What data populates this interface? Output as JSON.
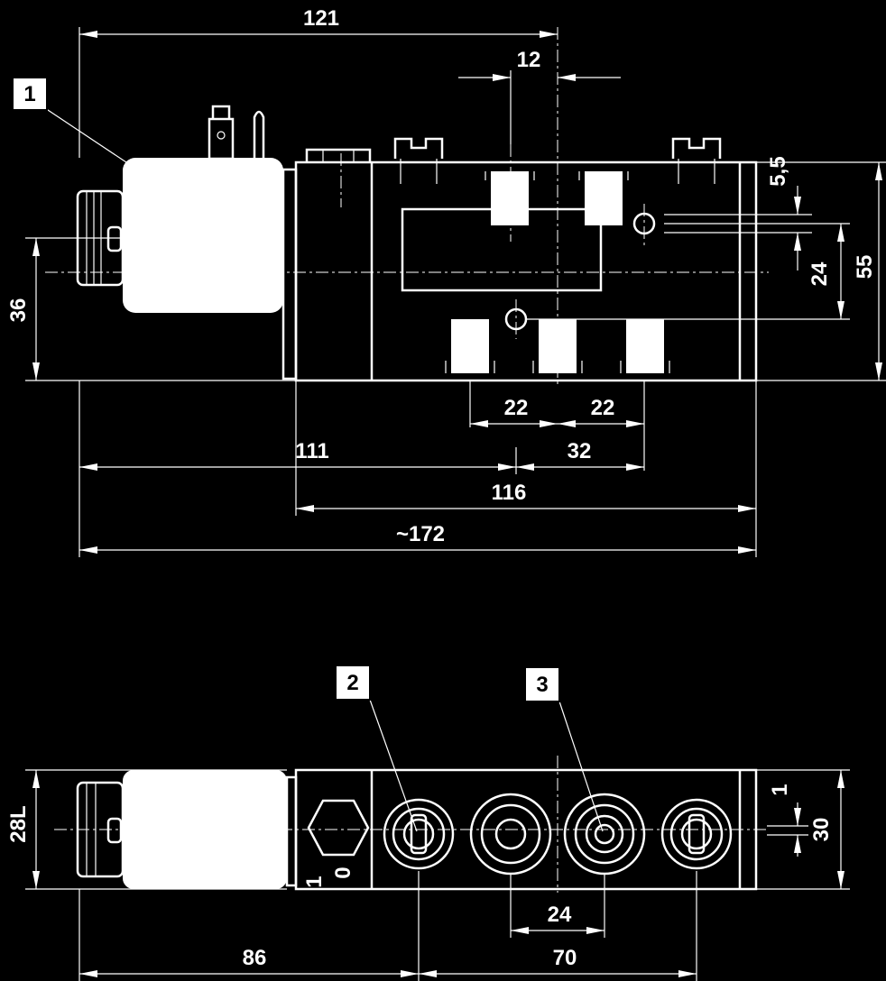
{
  "dimensions": {
    "d121": "121",
    "d12": "12",
    "d5_5": "5,5",
    "d55": "55",
    "d24_side": "24",
    "d36": "36",
    "d22a": "22",
    "d22b": "22",
    "d111": "111",
    "d32": "32",
    "d116": "116",
    "d172": "~172",
    "d28L": "28L",
    "d1": "1",
    "d30": "30",
    "d24_bottom": "24",
    "d86": "86",
    "d70": "70"
  },
  "callouts": {
    "c1": "1",
    "c2": "2",
    "c3": "3"
  },
  "switch_marks": {
    "pos1": "1",
    "pos0": "0"
  },
  "colors": {
    "background": "#000000",
    "lines": "#ffffff"
  }
}
